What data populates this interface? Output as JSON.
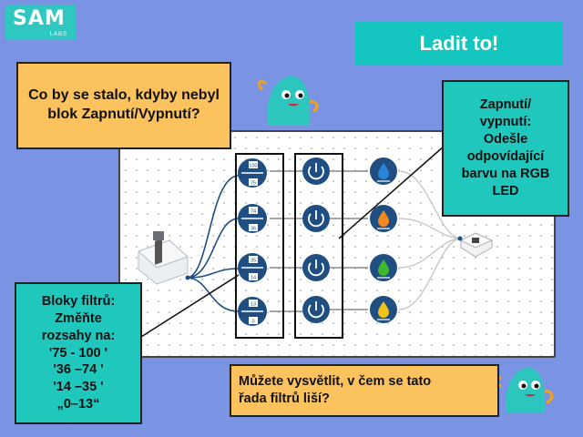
{
  "logo": {
    "text": "SAM",
    "sub": "LABS"
  },
  "title": "Ladit to!",
  "callouts": {
    "question_top": "Co by se stalo, kdyby nebyl blok Zapnutí/Vypnutí?",
    "toggle_info_l1": "Zapnutí/",
    "toggle_info_l2": "vypnutí:",
    "toggle_info_l3": "Odešle",
    "toggle_info_l4": "odpovídající",
    "toggle_info_l5": "barvu na RGB",
    "toggle_info_l6": "LED",
    "filters_l1": "Bloky filtrů:",
    "filters_l2": "Změňte",
    "filters_l3": "rozsahy na:",
    "filters_l4": "'75 - 100 '",
    "filters_l5": "'36 –74 '",
    "filters_l6": "'14 –35 '",
    "filters_l7": "„0–13“",
    "question_bottom_l1": "Můžete vysvětlit, v čem se tato",
    "question_bottom_l2": "řada filtrů liší?"
  },
  "filters": [
    {
      "top": "100",
      "bottom": "75"
    },
    {
      "top": "74",
      "bottom": "36"
    },
    {
      "top": "35",
      "bottom": "14"
    },
    {
      "top": "13",
      "bottom": "0"
    }
  ],
  "colors": {
    "background": "#7b93e3",
    "teal": "#1fc7bd",
    "orange": "#fbc25e",
    "node": "#1f4f82",
    "drops": [
      "#2a84d6",
      "#f08a1c",
      "#3fb82e",
      "#f0c21c"
    ]
  }
}
